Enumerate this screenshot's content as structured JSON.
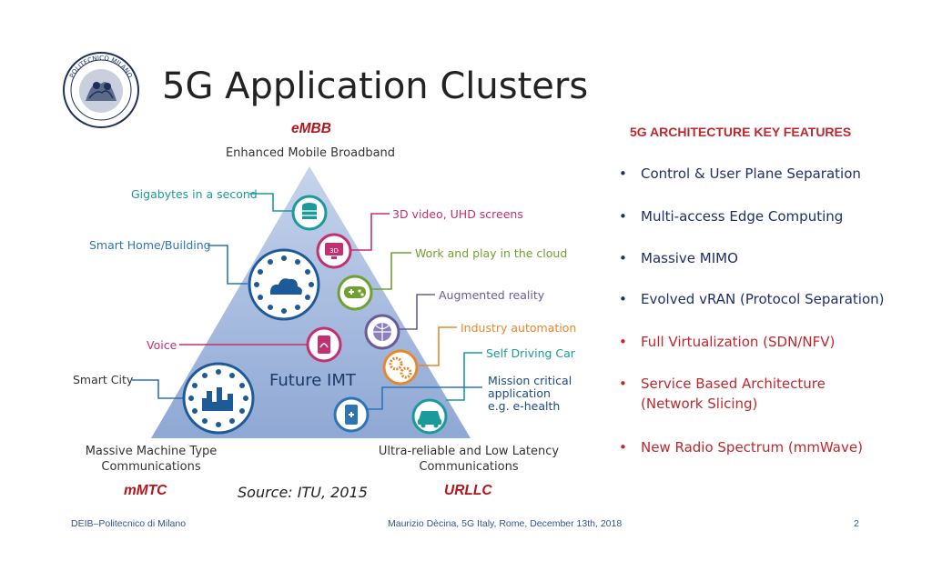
{
  "slide": {
    "title": "5G Application Clusters",
    "logo_text": "POLITECNICO MILANO",
    "page_number": "2"
  },
  "diagram": {
    "top_acronym": "eMBB",
    "top_label": "Enhanced Mobile Broadband",
    "left_acronym": "mMTC",
    "left_label_line1": "Massive Machine Type",
    "left_label_line2": "Communications",
    "right_acronym": "URLLC",
    "right_label_line1": "Ultra-reliable and Low Latency",
    "right_label_line2": "Communications",
    "center_label": "Future IMT",
    "source": "Source: ITU, 2015",
    "callouts": {
      "gigabytes": "Gigabytes in a second",
      "smart_home": "Smart Home/Building",
      "video_3d": "3D video, UHD screens",
      "cloud_play": "Work and play in the cloud",
      "ar": "Augmented reality",
      "industry": "Industry automation",
      "voice": "Voice",
      "self_driving": "Self Driving Car",
      "smart_city": "Smart City",
      "mission_line1": "Mission critical",
      "mission_line2": "application",
      "mission_line3": "e.g. e-health"
    },
    "icon_3d_text": "3D",
    "colors": {
      "teal": "#1b9a9a",
      "blue": "#2e74b5",
      "pink": "#c2306f",
      "green": "#70a030",
      "purple": "#6b5b95",
      "orange": "#e8872a",
      "red": "#b2151d"
    }
  },
  "features": {
    "title": "5G ARCHITECTURE KEY FEATURES",
    "bullet": "•",
    "items": [
      {
        "line1": "Control & User Plane Separation",
        "line2": ""
      },
      {
        "line1": "Multi-access Edge Computing",
        "line2": ""
      },
      {
        "line1": "Massive MIMO",
        "line2": ""
      },
      {
        "line1": "Evolved vRAN (Protocol Separation)",
        "line2": ""
      },
      {
        "line1": "Full Virtualization (SDN/NFV)",
        "line2": ""
      },
      {
        "line1": "Service Based Architecture",
        "line2": "(Network Slicing)"
      },
      {
        "line1": "New Radio Spectrum (mmWave)",
        "line2": ""
      }
    ]
  },
  "footer": {
    "left": "DEIB–Politecnico di Milano",
    "center": "Maurizio Dècina, 5G Italy, Rome, December 13th, 2018"
  }
}
